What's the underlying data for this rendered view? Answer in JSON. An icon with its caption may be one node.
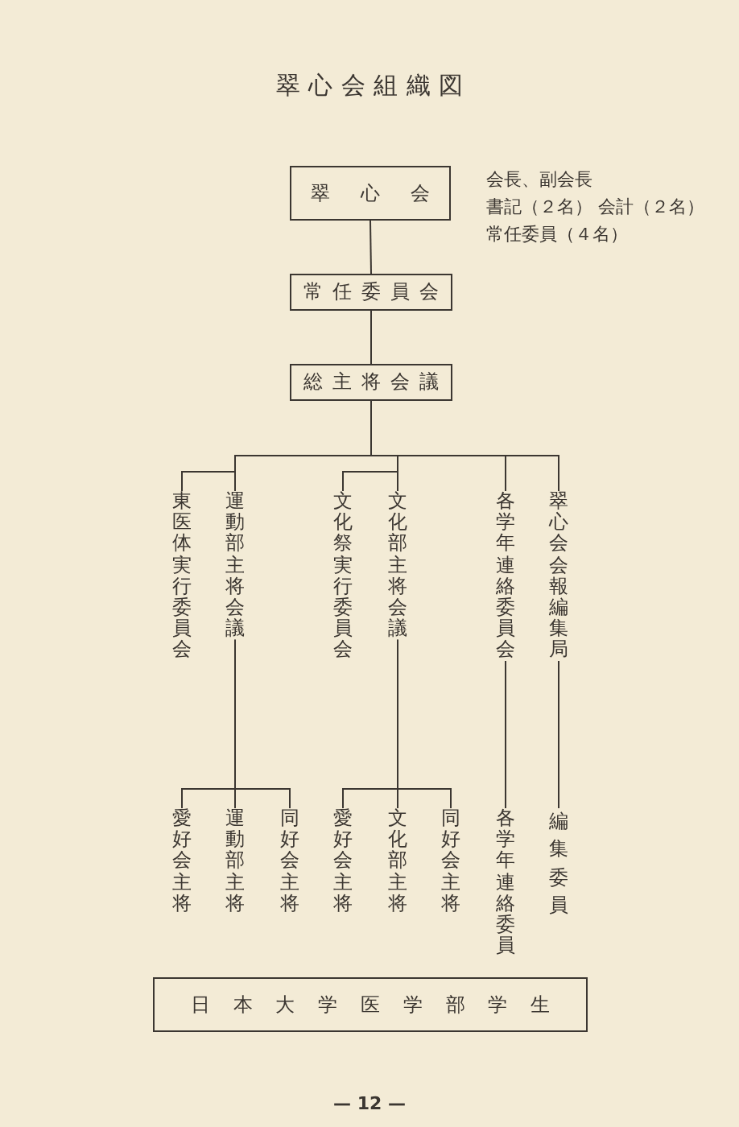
{
  "diagram": {
    "title": "翠心会組織図",
    "nodes": [
      {
        "text": [
          "翠心会"
        ],
        "beside": [
          "会長、副会長",
          "書記（２名） 会計（２名）",
          "常任委員（４名）"
        ]
      },
      {
        "text": [
          "常任委員会"
        ]
      },
      {
        "text": [
          "総主将会議"
        ]
      },
      {
        "text": [
          "東医体実行委員会"
        ]
      },
      {
        "text": [
          "運動部主将会議"
        ]
      },
      {
        "text": [
          "文化祭実行委員会"
        ]
      },
      {
        "text": [
          "文化部主将会議"
        ]
      },
      {
        "text": [
          "各学年連絡委員会"
        ]
      },
      {
        "text": [
          "翠心会会報編集局"
        ]
      },
      {
        "text": [
          "愛好会主将"
        ]
      },
      {
        "text": [
          "運動部主将"
        ]
      },
      {
        "text": [
          "同好会主将"
        ]
      },
      {
        "text": [
          "愛好会主将"
        ]
      },
      {
        "text": [
          "文化部主将"
        ]
      },
      {
        "text": [
          "同好会主将"
        ]
      },
      {
        "text": [
          "各学年連絡委員"
        ]
      },
      {
        "text": [
          "編集委員"
        ]
      },
      {
        "text": [
          "日本大学医学部学生"
        ]
      }
    ],
    "edges": [
      {
        "from": 0,
        "to": 1,
        "arrow": "none"
      },
      {
        "from": 1,
        "to": 2,
        "arrow": "none"
      },
      {
        "from": 2,
        "to": 3,
        "arrow": "none"
      },
      {
        "from": 2,
        "to": 4,
        "arrow": "none"
      },
      {
        "from": 2,
        "to": 5,
        "arrow": "none"
      },
      {
        "from": 2,
        "to": 6,
        "arrow": "none"
      },
      {
        "from": 2,
        "to": 7,
        "arrow": "none"
      },
      {
        "from": 2,
        "to": 8,
        "arrow": "none"
      },
      {
        "from": 4,
        "to": 9,
        "arrow": "none"
      },
      {
        "from": 4,
        "to": 10,
        "arrow": "none"
      },
      {
        "from": 4,
        "to": 11,
        "arrow": "none"
      },
      {
        "from": 6,
        "to": 12,
        "arrow": "none"
      },
      {
        "from": 6,
        "to": 13,
        "arrow": "none"
      },
      {
        "from": 6,
        "to": 14,
        "arrow": "none"
      },
      {
        "from": 7,
        "to": 15,
        "arrow": "none"
      },
      {
        "from": 8,
        "to": 16,
        "arrow": "none"
      }
    ],
    "labels": [
      "— 12 —"
    ]
  }
}
